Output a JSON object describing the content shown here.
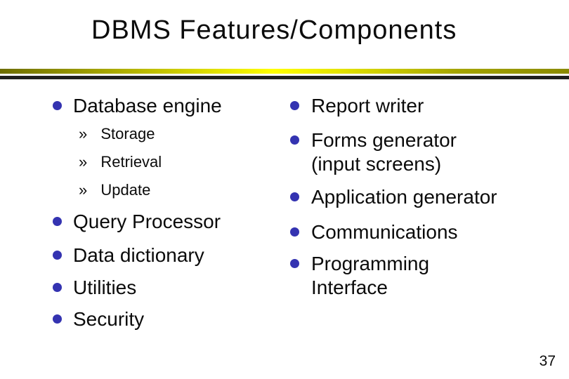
{
  "slide": {
    "title": "DBMS Features/Components",
    "page_number": "37"
  },
  "markers": {
    "sub": "»"
  },
  "colors": {
    "accent_bullet": "#3433b1",
    "divider_olive": "#6d6d00",
    "divider_yellow": "#ffff00",
    "divider_dark": "#1f1f1f",
    "text": "#0b0b0b"
  },
  "left_column": {
    "items": [
      {
        "label": "Database engine"
      },
      {
        "label": "Query Processor"
      },
      {
        "label": "Data dictionary"
      },
      {
        "label": "Utilities"
      },
      {
        "label": "Security"
      }
    ],
    "sub_items": [
      {
        "label": "Storage"
      },
      {
        "label": "Retrieval"
      },
      {
        "label": "Update"
      }
    ]
  },
  "right_column": {
    "items": [
      {
        "lines": [
          "Report writer"
        ]
      },
      {
        "lines": [
          "Forms generator",
          "(input screens)"
        ]
      },
      {
        "lines": [
          "Application generator"
        ]
      },
      {
        "lines": [
          "Communications"
        ]
      },
      {
        "lines": [
          "Programming",
          "Interface"
        ]
      }
    ]
  }
}
